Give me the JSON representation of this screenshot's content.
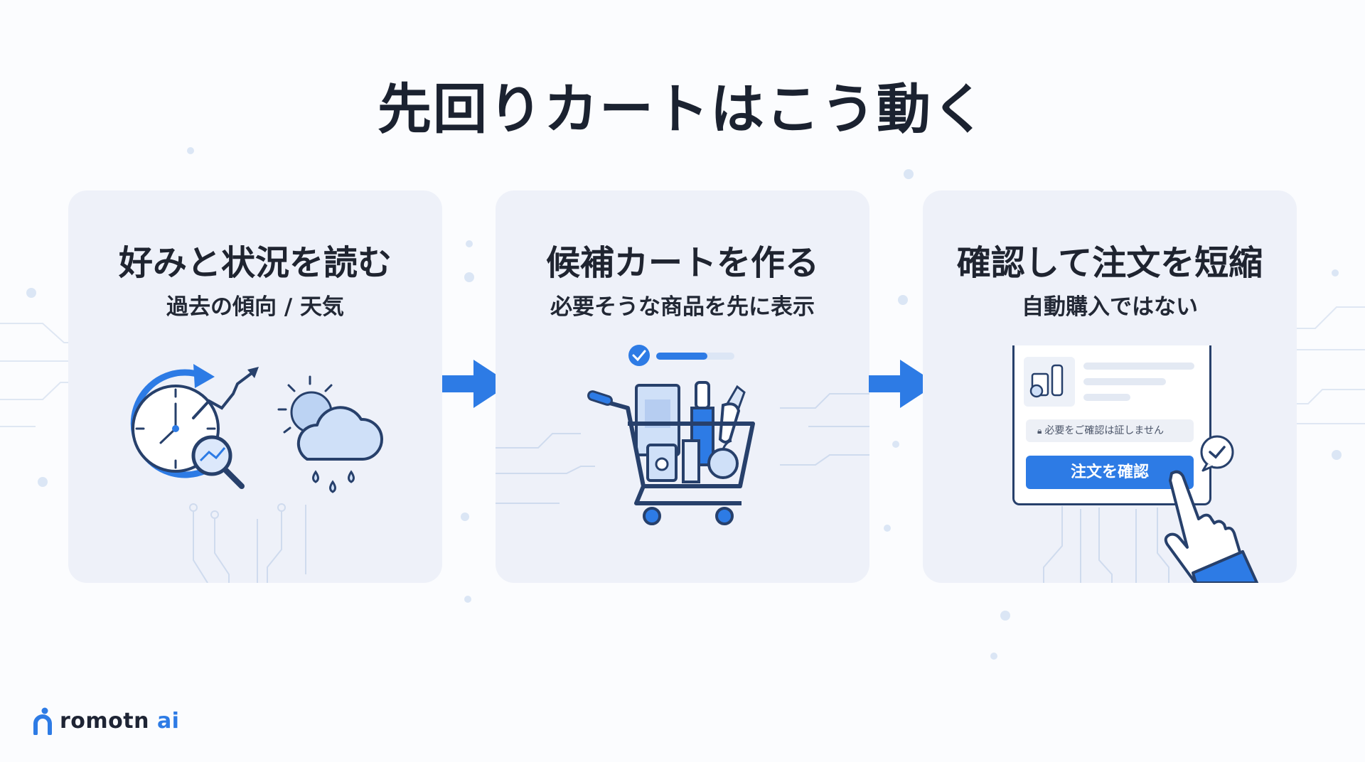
{
  "title": "先回りカートはこう動く",
  "colors": {
    "accent": "#2d7be5",
    "card_bg": "#eef1f9",
    "ink": "#27406b"
  },
  "steps": [
    {
      "title": "好みと状況を読む",
      "subtitle": "過去の傾向 / 天気",
      "icons": [
        "clock-history-icon",
        "trend-up-icon",
        "magnifier-chart-icon",
        "rain-cloud-icon"
      ]
    },
    {
      "title": "候補カートを作る",
      "subtitle": "必要そうな商品を先に表示",
      "icons": [
        "check-circle-icon",
        "progress-bar",
        "shopping-cart-icon"
      ]
    },
    {
      "title": "確認して注文を短縮",
      "subtitle": "自動購入ではない",
      "mock": {
        "lock_text": "必要をご確認は証しません",
        "confirm_button": "注文を確認"
      },
      "icons": [
        "product-thumbnail-icon",
        "lock-icon",
        "check-bubble-icon",
        "pointing-hand-icon"
      ]
    }
  ],
  "arrows": [
    "arrow-right-icon",
    "arrow-right-icon"
  ],
  "logo": {
    "name": "romotn",
    "suffix": "ai"
  }
}
